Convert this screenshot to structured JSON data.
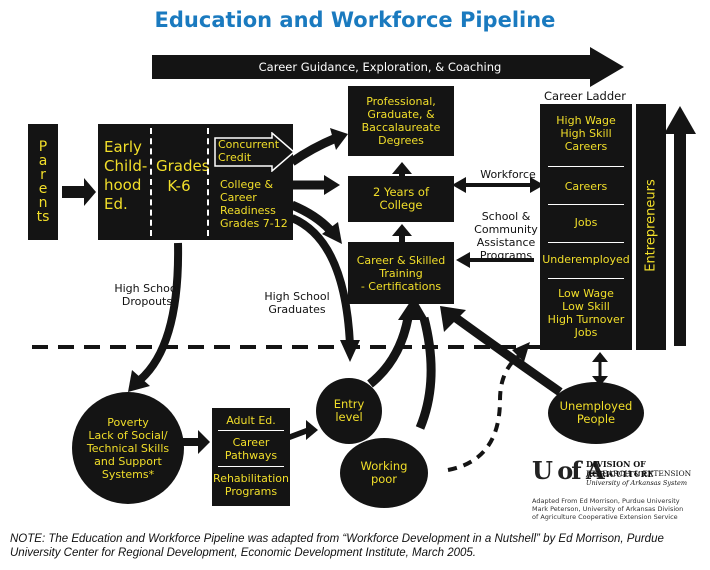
{
  "title": "Education and Workforce Pipeline",
  "guidance_arrow": "Career Guidance, Exploration, & Coaching",
  "parents": "Parents",
  "early_childhood": [
    "Early",
    "Child-",
    "hood",
    "Ed."
  ],
  "grades_k6": [
    "Grades",
    "K-6"
  ],
  "concurrent_credit": [
    "Concurrent",
    "Credit"
  ],
  "college_readiness": [
    "College &",
    "Career",
    "Readiness",
    "Grades 7-12"
  ],
  "professional": [
    "Professional,",
    "Graduate, &",
    "Baccalaureate",
    "Degrees"
  ],
  "two_years": [
    "2 Years of",
    "College"
  ],
  "career_training": [
    "Career & Skilled",
    "Training",
    "- Certifications"
  ],
  "career_ladder_label": "Career Ladder",
  "ladder": {
    "high": [
      "High Wage",
      "High Skill",
      "Careers"
    ],
    "careers": "Careers",
    "jobs": "Jobs",
    "underemployed": "Underemployed",
    "low": [
      "Low Wage",
      "Low Skill",
      "High Turnover",
      "Jobs"
    ]
  },
  "entrepreneurs": "Entrepreneurs",
  "workforce": "Workforce",
  "school_community": [
    "School &",
    "Community",
    "Assistance",
    "Programs"
  ],
  "hs_dropouts": [
    "High School",
    "Dropouts"
  ],
  "hs_graduates": [
    "High School",
    "Graduates"
  ],
  "poverty": [
    "Poverty",
    "Lack of Social/",
    "Technical Skills",
    "and Support",
    "Systems*"
  ],
  "adult_ed": "Adult Ed.",
  "career_pathways": [
    "Career",
    "Pathways"
  ],
  "rehab": [
    "Rehabilitation",
    "Programs"
  ],
  "entry_level": [
    "Entry",
    "level"
  ],
  "working_poor": [
    "Working",
    "poor"
  ],
  "unemployed": [
    "Unemployed",
    "People"
  ],
  "logo": {
    "mark": "U of A",
    "line1": "DIVISION OF AGRICULTURE",
    "line2": "RESEARCH & EXTENSION",
    "line3": "University of Arkansas System"
  },
  "adapted": [
    "Adapted From Ed Morrison, Purdue University",
    "Mark Peterson, University of Arkansas Division",
    "of Agriculture Cooperative Extension Service"
  ],
  "note": "NOTE: The Education and Workforce Pipeline was adapted from “Workforce Development in a Nutshell” by Ed Morrison, Purdue University Center for Regional Development, Economic Development Institute, March 2005.",
  "colors": {
    "title": "#1a7abf",
    "dark": "#141414",
    "yellow": "#f2df2a"
  }
}
